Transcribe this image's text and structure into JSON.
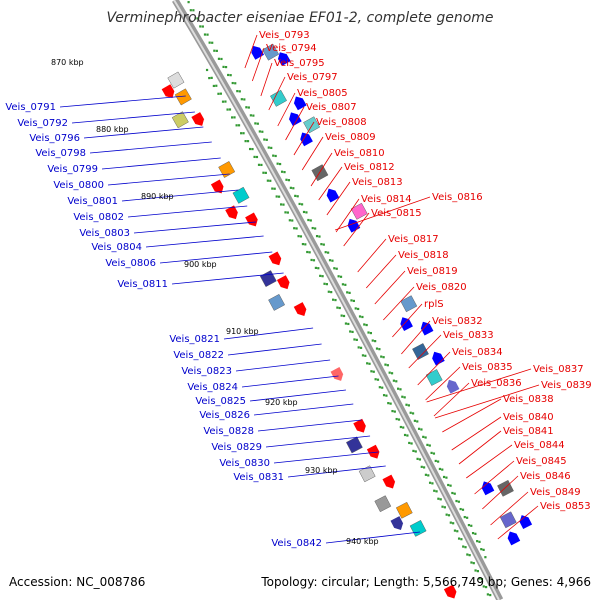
{
  "title": "Verminephrobacter eiseniae EF01-2, complete genome",
  "footer": {
    "accession": "Accession: NC_008786",
    "topology": "Topology: circular; Length: 5,566,749 bp; Genes: 4,966"
  },
  "colors": {
    "forward_label": "#e60000",
    "reverse_label": "#0000cc",
    "backbone": "#999999",
    "tick": "#339933"
  },
  "kbp_marks": [
    "870 kbp",
    "880 kbp",
    "890 kbp",
    "900 kbp",
    "910 kbp",
    "920 kbp",
    "930 kbp",
    "940 kbp"
  ],
  "right_labels": [
    "Veis_0793",
    "Veis_0794",
    "Veis_0795",
    "Veis_0797",
    "Veis_0805",
    "Veis_0807",
    "Veis_0808",
    "Veis_0809",
    "Veis_0810",
    "Veis_0812",
    "Veis_0813",
    "Veis_0814",
    "Veis_0816",
    "Veis_0815",
    "Veis_0817",
    "Veis_0818",
    "Veis_0819",
    "Veis_0820",
    "rplS",
    "Veis_0832",
    "Veis_0833",
    "Veis_0834",
    "Veis_0835",
    "Veis_0837",
    "Veis_0836",
    "Veis_0839",
    "Veis_0838",
    "Veis_0840",
    "Veis_0841",
    "Veis_0844",
    "Veis_0845",
    "Veis_0846",
    "Veis_0849",
    "Veis_0853"
  ],
  "left_labels": [
    "Veis_0791",
    "Veis_0792",
    "Veis_0796",
    "Veis_0798",
    "Veis_0799",
    "Veis_0800",
    "Veis_0801",
    "Veis_0802",
    "Veis_0803",
    "Veis_0804",
    "Veis_0806",
    "Veis_0811",
    "Veis_0821",
    "Veis_0822",
    "Veis_0823",
    "Veis_0824",
    "Veis_0825",
    "Veis_0826",
    "Veis_0828",
    "Veis_0829",
    "Veis_0830",
    "Veis_0831",
    "Veis_0842"
  ]
}
